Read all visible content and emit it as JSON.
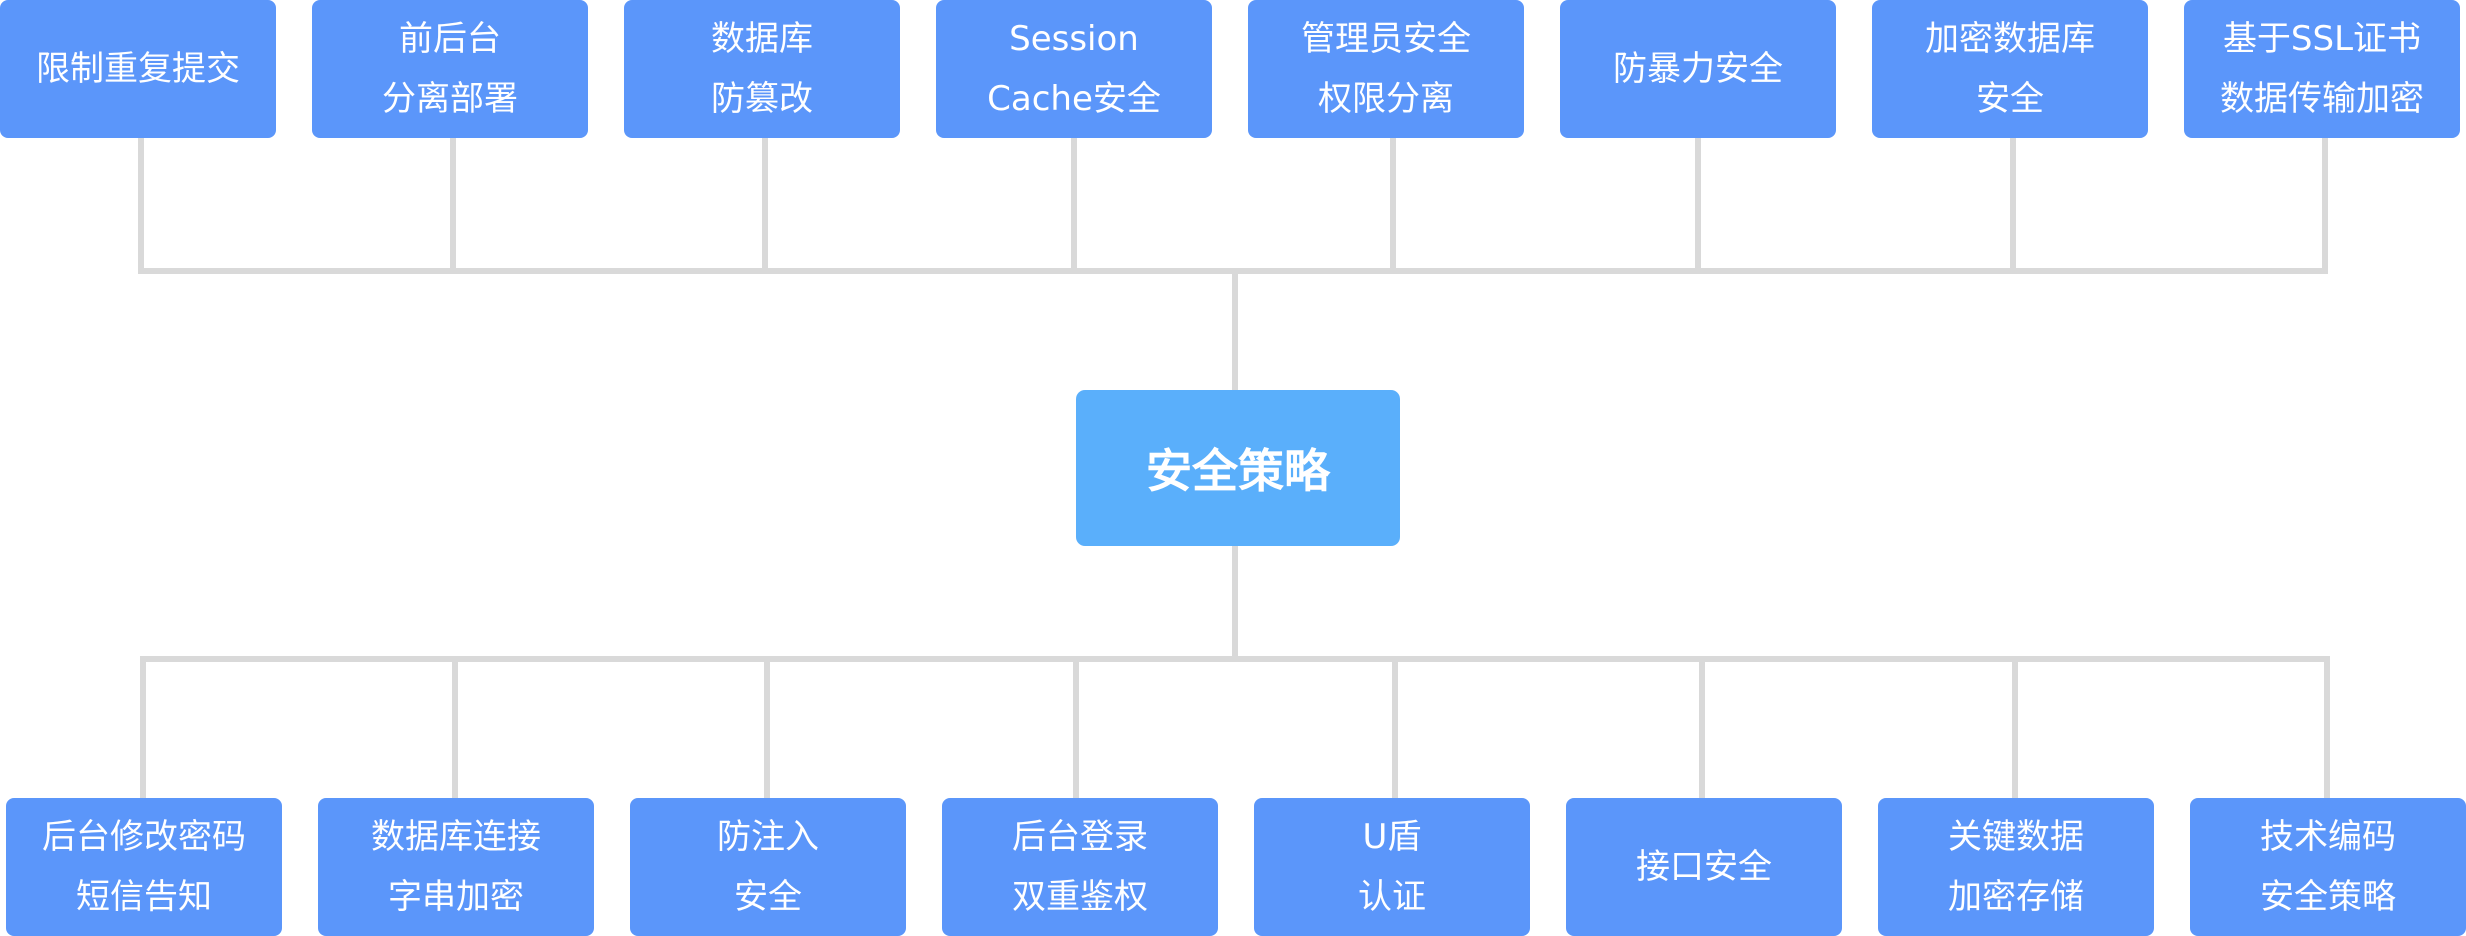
{
  "center": {
    "label": "安全策略"
  },
  "top_nodes": [
    {
      "lines": [
        "限制重复提交"
      ]
    },
    {
      "lines": [
        "前后台",
        "分离部署"
      ]
    },
    {
      "lines": [
        "数据库",
        "防篡改"
      ]
    },
    {
      "lines": [
        "Session",
        "Cache安全"
      ]
    },
    {
      "lines": [
        "管理员安全",
        "权限分离"
      ]
    },
    {
      "lines": [
        "防暴力安全"
      ]
    },
    {
      "lines": [
        "加密数据库",
        "安全"
      ]
    },
    {
      "lines": [
        "基于SSL证书",
        "数据传输加密"
      ]
    }
  ],
  "bottom_nodes": [
    {
      "lines": [
        "后台修改密码",
        "短信告知"
      ]
    },
    {
      "lines": [
        "数据库连接",
        "字串加密"
      ]
    },
    {
      "lines": [
        "防注入",
        "安全"
      ]
    },
    {
      "lines": [
        "后台登录",
        "双重鉴权"
      ]
    },
    {
      "lines": [
        "U盾",
        "认证"
      ]
    },
    {
      "lines": [
        "接口安全"
      ]
    },
    {
      "lines": [
        "关键数据",
        "加密存储"
      ]
    },
    {
      "lines": [
        "技术编码",
        "安全策略"
      ]
    }
  ],
  "colors": {
    "node": "#5b96fa",
    "center": "#5aaffb",
    "connector": "#d9d9d9"
  }
}
